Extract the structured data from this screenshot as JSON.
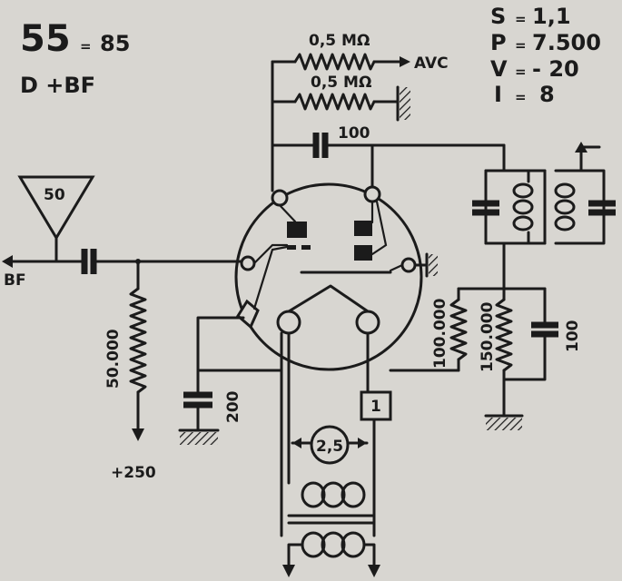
{
  "tube": {
    "type_main": "55",
    "type_alt": "85",
    "function": "D +BF"
  },
  "ratings": [
    {
      "symbol": "S",
      "value": "1,1"
    },
    {
      "symbol": "P",
      "value": "7.500"
    },
    {
      "symbol": "V",
      "value": "- 20"
    },
    {
      "symbol": "I",
      "value": "8"
    }
  ],
  "components": {
    "r_avc": "0,5 MΩ",
    "avc_label": "AVC",
    "r_gnd": "0,5 MΩ",
    "c_top": "100",
    "output_box": "50",
    "bf_label": "BF",
    "r_plate": "50.000",
    "b_plus": "+250",
    "c_cathode": "200",
    "r_if_left": "100.000",
    "r_if_right": "150.000",
    "c_if": "100",
    "heater_v": "2,5",
    "cathode_box": "1",
    "eq_sign": "="
  }
}
